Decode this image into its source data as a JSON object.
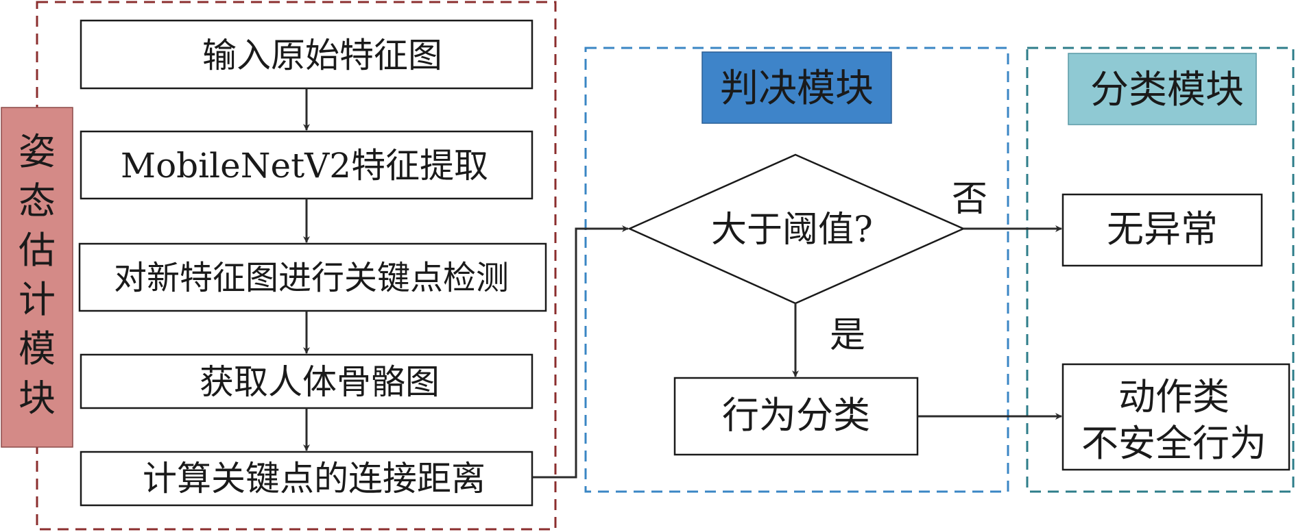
{
  "pose_module": {
    "title": "姿态估计模块",
    "title_chars": [
      "姿",
      "态",
      "估",
      "计",
      "模",
      "块"
    ],
    "steps": [
      "输入原始特征图",
      "MobileNetV2特征提取",
      "对新特征图进行关键点检测",
      "获取人体骨骼图",
      "计算关键点的连接距离"
    ]
  },
  "decision_module": {
    "title": "判决模块",
    "condition": "大于阈值?",
    "yes_label": "是",
    "no_label": "否",
    "action": "行为分类"
  },
  "classification_module": {
    "title": "分类模块",
    "normal_result": "无异常",
    "abnormal_result_line1": "动作类",
    "abnormal_result_line2": "不安全行为"
  },
  "colors": {
    "pose_border": "#8b2e2e",
    "pose_label_bg": "#d48a87",
    "decision_border": "#3a86c4",
    "decision_title_bg": "#3e84c9",
    "class_border": "#2e7d8a",
    "class_title_bg": "#8fc9d3",
    "arrow": "#2b2b2b"
  }
}
